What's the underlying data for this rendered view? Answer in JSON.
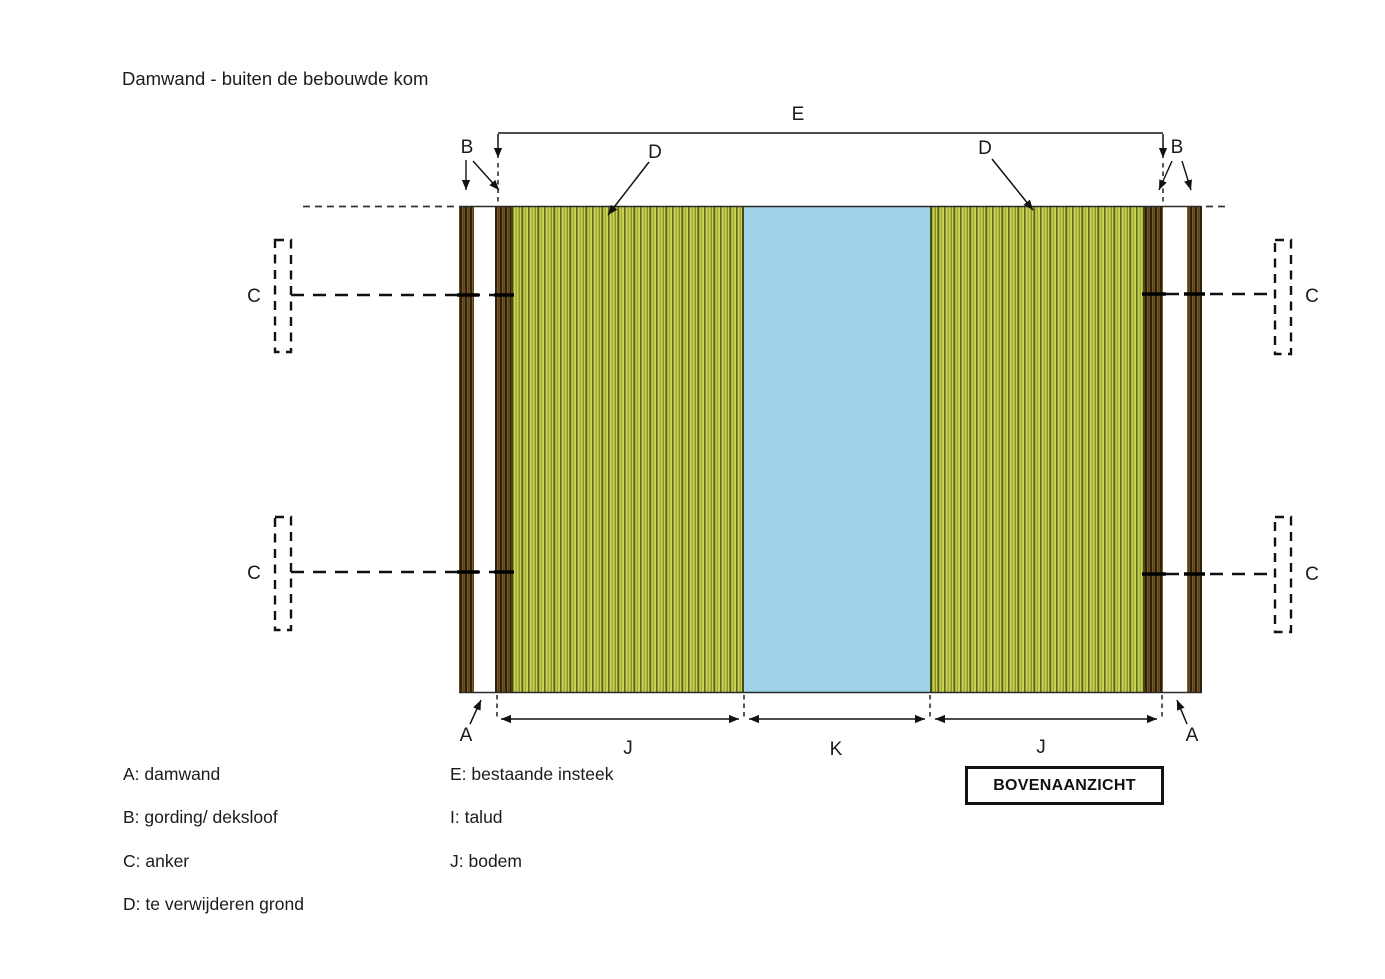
{
  "title": "Damwand - buiten de bebouwde kom",
  "view_label": "BOVENAANZICHT",
  "diagram": {
    "labels": {
      "a_left": "A",
      "a_right": "A",
      "b_left": "B",
      "b_right": "B",
      "c_upper_left": "C",
      "c_lower_left": "C",
      "c_upper_right": "C",
      "c_lower_right": "C",
      "d_left": "D",
      "d_right": "D",
      "e": "E",
      "j_left": "J",
      "j_right": "J",
      "k": "K"
    },
    "colors": {
      "water": "#9fd3ea",
      "soil_light": "#c9d251",
      "soil_medium": "#a4ad3e",
      "soil_dark": "#5d641b",
      "soil_edge": "#454c12",
      "wall_dark": "#2f2009",
      "wall_mid": "#7b5c2c",
      "line": "#222222"
    }
  },
  "legend": {
    "items": [
      {
        "label": "A: damwand"
      },
      {
        "label": "B: gording/ deksloof"
      },
      {
        "label": "C: anker"
      },
      {
        "label": "D: te verwijderen grond"
      },
      {
        "label": "E: bestaande insteek"
      },
      {
        "label": "I: talud"
      },
      {
        "label": "J: bodem"
      }
    ]
  }
}
